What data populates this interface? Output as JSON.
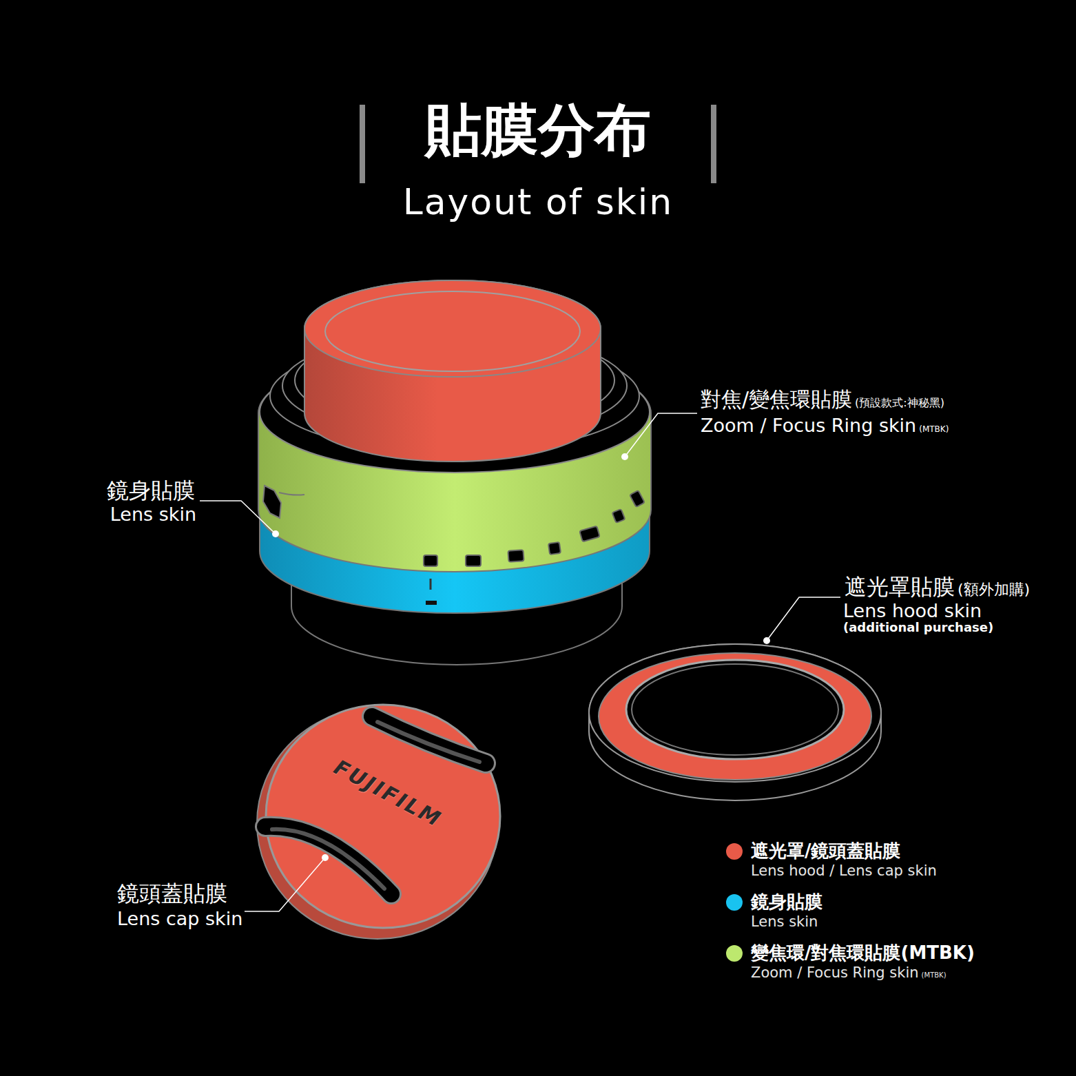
{
  "diagram": {
    "title": "貼膜分布",
    "labels": [
      "Layout of skin",
      "對焦/變焦環貼膜",
      "(預設款式:神秘黑)",
      "Zoom / Focus Ring skin",
      "(MTBK)",
      "鏡身貼膜",
      "Lens skin",
      "遮光罩貼膜",
      "(額外加購)",
      "Lens hood skin",
      "(additional purchase)",
      "FUJIFILM",
      "鏡頭蓋貼膜",
      "Lens cap skin",
      "Lens hood / Lens cap skin",
      "Lens skin",
      "Zoom / Focus Ring skin",
      "(MTBK)"
    ],
    "legend": [
      {
        "text": "遮光罩/鏡頭蓋貼膜",
        "color": "#e85a48"
      },
      {
        "text": "鏡身貼膜",
        "color": "#19c3f0"
      },
      {
        "text": "變焦環/對焦環貼膜(MTBK)",
        "color": "#bde86e"
      }
    ]
  }
}
